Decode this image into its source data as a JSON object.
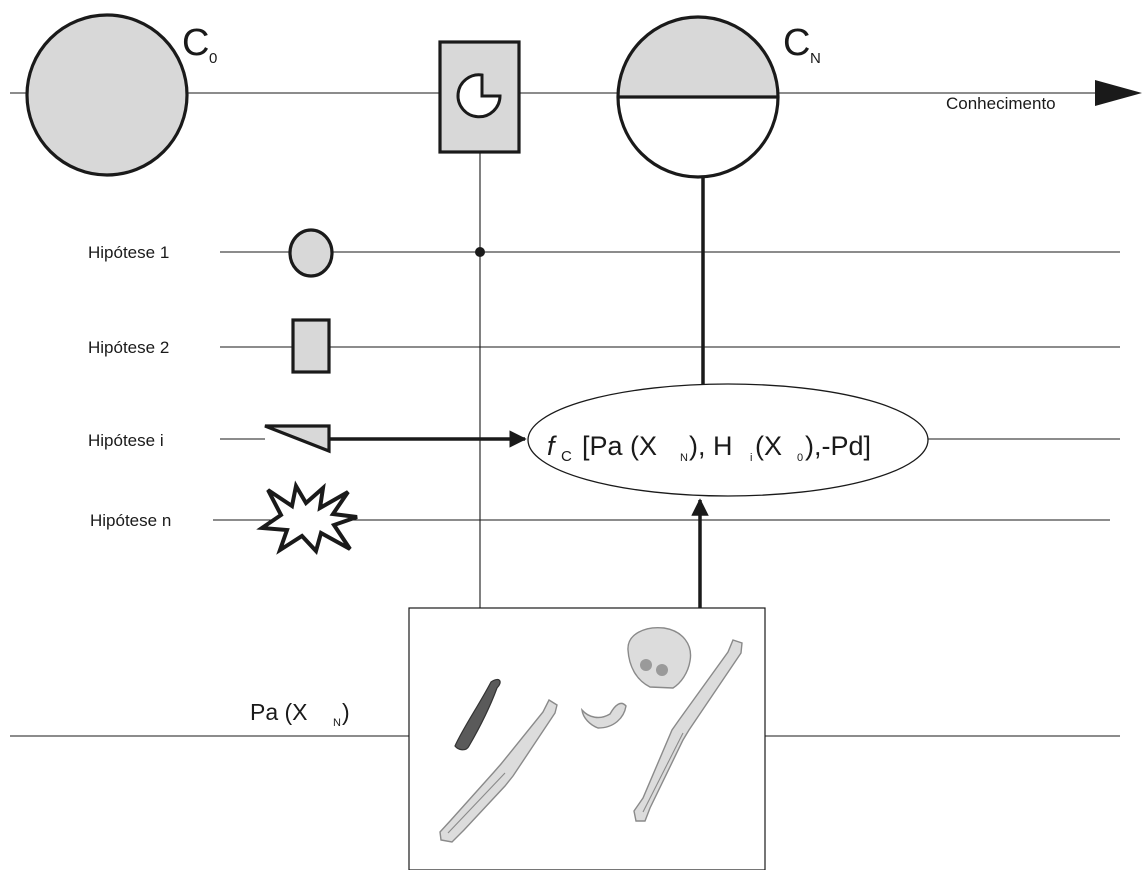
{
  "knowledge": {
    "c0_letter": "C",
    "c0_sub": "0",
    "cn_letter": "C",
    "cn_sub": "N",
    "axis_label": "Conhecimento"
  },
  "hypotheses": [
    {
      "label": "Hipótese 1",
      "icon": "ellipse-icon"
    },
    {
      "label": "Hipótese 2",
      "icon": "rectangle-icon"
    },
    {
      "label": "Hipótese i",
      "icon": "triangle-icon"
    },
    {
      "label": "Hipótese n",
      "icon": "starburst-icon"
    }
  ],
  "function": {
    "f": "f",
    "f_sub": "C",
    "open": "[Pa (X",
    "xn_sub": "N",
    "mid": "), H",
    "h_sub": "i",
    "x": "(X",
    "x0_sub": "0",
    "close": "),-Pd]"
  },
  "evidence": {
    "prefix": "Pa (X",
    "sub": "N",
    "suffix": ")"
  },
  "colors": {
    "fill_gray": "#d8d8d8",
    "line": "#1a1a1a",
    "bone_gray": "#dcdcdc"
  }
}
